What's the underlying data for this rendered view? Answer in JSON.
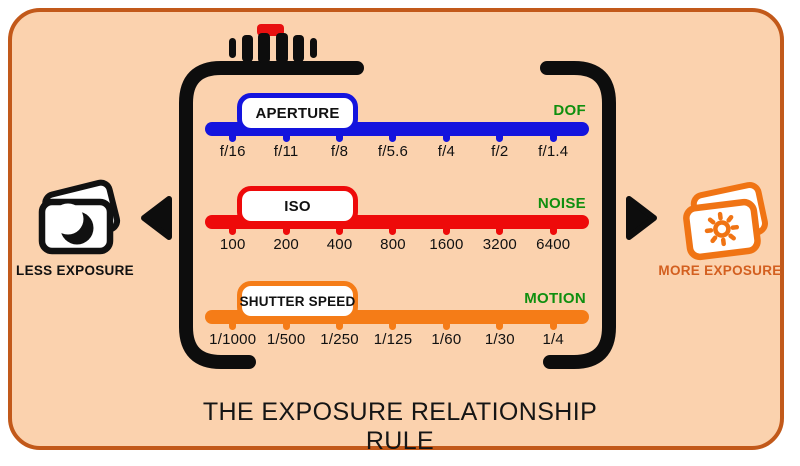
{
  "title": "THE EXPOSURE RELATIONSHIP RULE",
  "left_panel": {
    "label": "LESS EXPOSURE",
    "icon": "moon-photos-icon"
  },
  "right_panel": {
    "label": "MORE EXPOSURE",
    "icon": "sun-photos-icon"
  },
  "camera": {
    "dial_button_color": "#E81010",
    "frame_color": "#0D0D0D"
  },
  "sliders": [
    {
      "name": "aperture",
      "label": "APERTURE",
      "tag": "DOF",
      "color": "#1414DE",
      "ticks": [
        "f/16",
        "f/11",
        "f/8",
        "f/5.6",
        "f/4",
        "f/2",
        "f/1.4"
      ]
    },
    {
      "name": "iso",
      "label": "ISO",
      "tag": "NOISE",
      "color": "#EE0A0A",
      "ticks": [
        "100",
        "200",
        "400",
        "800",
        "1600",
        "3200",
        "6400"
      ]
    },
    {
      "name": "shutter_speed",
      "label": "SHUTTER SPEED",
      "tag": "MOTION",
      "color": "#F57C17",
      "ticks": [
        "1/1000",
        "1/500",
        "1/250",
        "1/125",
        "1/60",
        "1/30",
        "1/4"
      ]
    }
  ],
  "colors": {
    "background": "#FBD2AE",
    "card_border": "#C2591A",
    "tag_green": "#0F8F0F",
    "more_exposure_text": "#D35F1F"
  }
}
